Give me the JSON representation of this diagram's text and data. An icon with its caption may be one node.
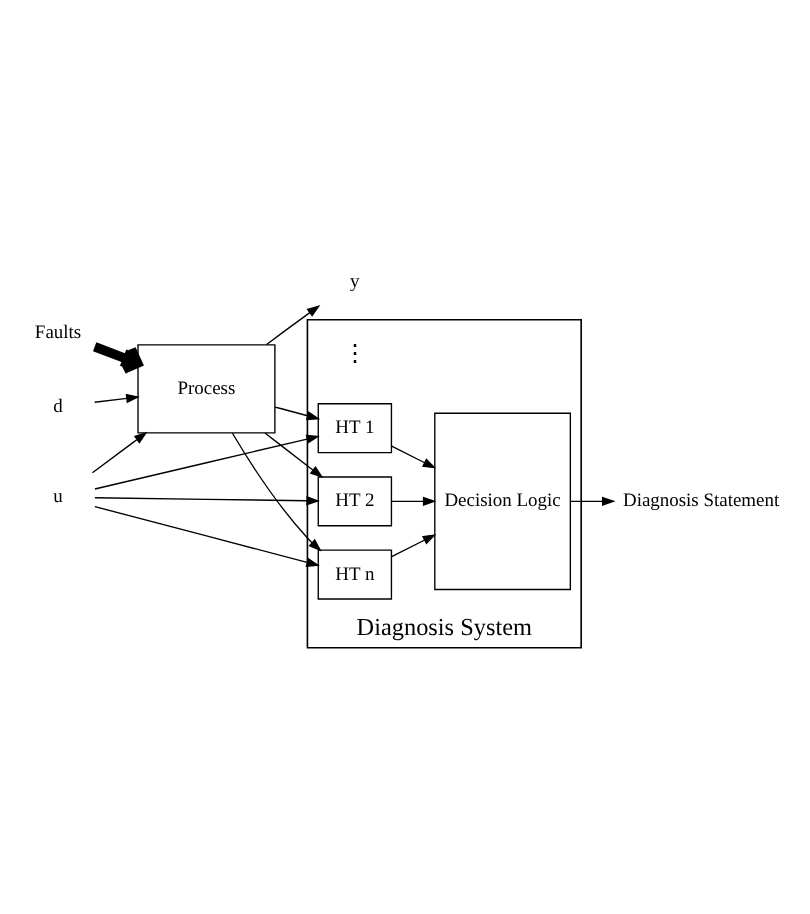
{
  "diagram": {
    "nodes": [
      {
        "text": [
          "Faults"
        ]
      },
      {
        "text": [
          "d"
        ]
      },
      {
        "text": [
          "u"
        ]
      },
      {
        "text": [
          "Process"
        ]
      },
      {
        "text": [
          "y"
        ]
      },
      {
        "text": [
          "Diagnosis System"
        ]
      },
      {
        "text": [
          "HT 1"
        ],
        "in": 5
      },
      {
        "text": [
          "HT 2"
        ],
        "in": 5
      },
      {
        "text": [
          "HT n"
        ],
        "in": 5
      },
      {
        "text": [
          "Decision Logic"
        ],
        "in": 5
      },
      {
        "text": [
          "Diagnosis Statement"
        ]
      }
    ],
    "edges": [
      {
        "from": 0,
        "to": 3,
        "arrow": "to",
        "style": "thick"
      },
      {
        "from": 1,
        "to": 3,
        "arrow": "to"
      },
      {
        "from": 2,
        "to": 3,
        "arrow": "to"
      },
      {
        "from": 3,
        "to": 4,
        "arrow": "to"
      },
      {
        "from": 3,
        "to": 6,
        "arrow": "to"
      },
      {
        "from": 2,
        "to": 6,
        "arrow": "to"
      },
      {
        "from": 3,
        "to": 7,
        "arrow": "to"
      },
      {
        "from": 2,
        "to": 7,
        "arrow": "to"
      },
      {
        "from": 3,
        "to": 8,
        "arrow": "to"
      },
      {
        "from": 2,
        "to": 8,
        "arrow": "to"
      },
      {
        "from": 6,
        "to": 9,
        "arrow": "to"
      },
      {
        "from": 7,
        "to": 9,
        "arrow": "to"
      },
      {
        "from": 8,
        "to": 9,
        "arrow": "to"
      },
      {
        "from": 9,
        "to": 10,
        "arrow": "to"
      }
    ],
    "labels": [
      "⋮"
    ]
  }
}
